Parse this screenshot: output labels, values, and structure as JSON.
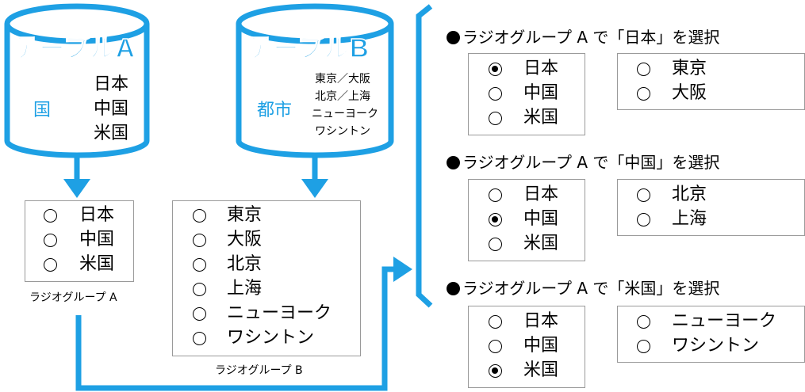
{
  "table_a": {
    "title": "テーブルA",
    "field": "国",
    "values": [
      "日本",
      "中国",
      "米国"
    ]
  },
  "table_b": {
    "title": "テーブルB",
    "field": "都市",
    "values": [
      "東京／大阪",
      "北京／上海",
      "ニューヨーク",
      "ワシントン"
    ]
  },
  "group_a": {
    "caption": "ラジオグループ A",
    "options": [
      "日本",
      "中国",
      "米国"
    ]
  },
  "group_b": {
    "caption": "ラジオグループ B",
    "options": [
      "東京",
      "大阪",
      "北京",
      "上海",
      "ニューヨーク",
      "ワシントン"
    ]
  },
  "cases": [
    {
      "heading": "ラジオグループ A で「日本」を選択",
      "options_a": [
        "日本",
        "中国",
        "米国"
      ],
      "selected_index": 0,
      "options_b": [
        "東京",
        "大阪"
      ]
    },
    {
      "heading": "ラジオグループ A で「中国」を選択",
      "options_a": [
        "日本",
        "中国",
        "米国"
      ],
      "selected_index": 1,
      "options_b": [
        "北京",
        "上海"
      ]
    },
    {
      "heading": "ラジオグループ A で「米国」を選択",
      "options_a": [
        "日本",
        "中国",
        "米国"
      ],
      "selected_index": 2,
      "options_b": [
        "ニューヨーク",
        "ワシントン"
      ]
    }
  ],
  "colors": {
    "accent": "#1ea0e4",
    "border": "#9a9a9a"
  }
}
